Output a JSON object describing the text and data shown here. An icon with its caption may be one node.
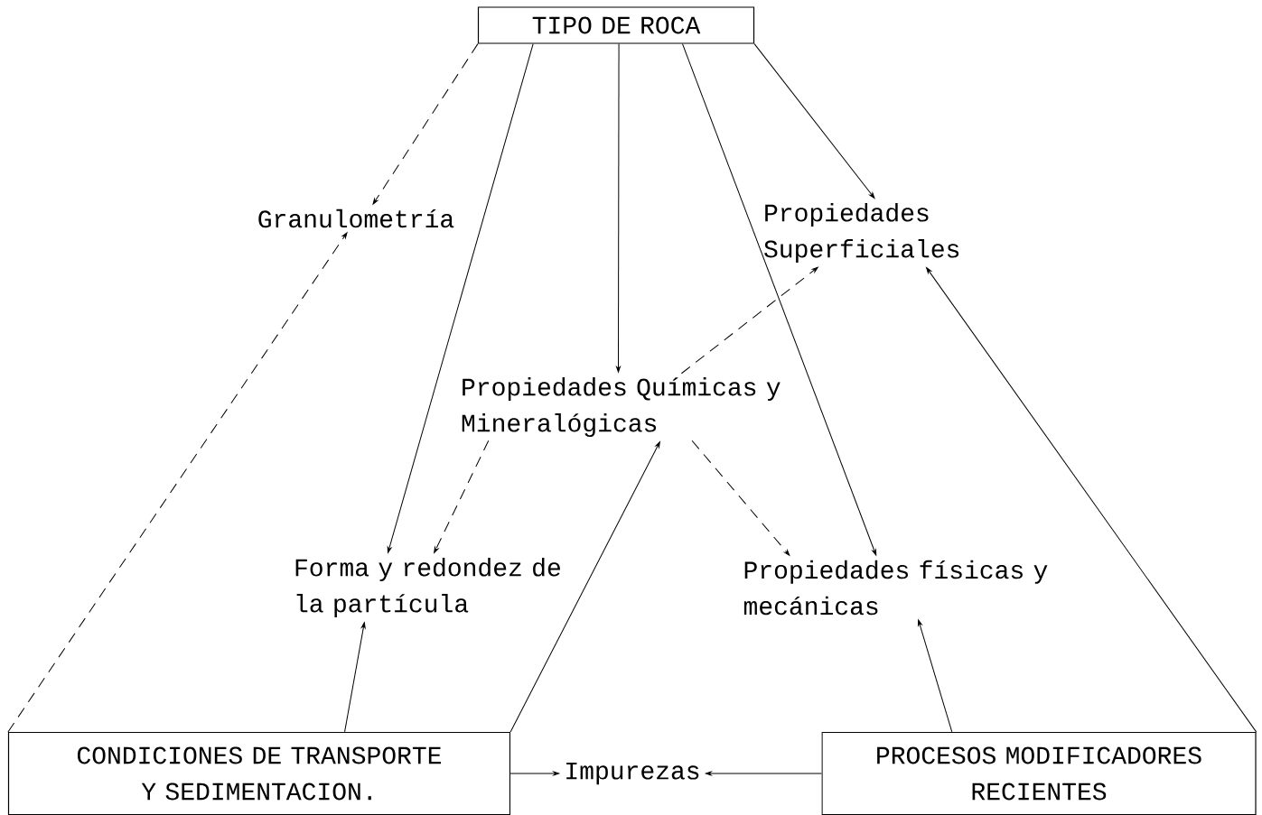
{
  "diagram": {
    "nodes": [
      {
        "text": [
          "TIPO DE ROCA"
        ]
      },
      {
        "text": [
          "Granulometría"
        ]
      },
      {
        "text": [
          "Propiedades Superficiales"
        ]
      },
      {
        "text": [
          "Propiedades Químicas y Mineralógicas"
        ]
      },
      {
        "text": [
          "Forma y redondez de la partícula"
        ]
      },
      {
        "text": [
          "Propiedades físicas y mecánicas"
        ]
      },
      {
        "text": [
          "CONDICIONES DE TRANSPORTE Y SEDIMENTACION."
        ]
      },
      {
        "text": [
          "Impurezas"
        ]
      },
      {
        "text": [
          "PROCESOS MODIFICADORES RECIENTES"
        ]
      }
    ],
    "edges": [
      {
        "from": 0,
        "to": 1,
        "arrow": "to",
        "style": "dashed"
      },
      {
        "from": 0,
        "to": 4,
        "arrow": "to"
      },
      {
        "from": 0,
        "to": 3,
        "arrow": "to"
      },
      {
        "from": 0,
        "to": 5,
        "arrow": "to"
      },
      {
        "from": 0,
        "to": 2,
        "arrow": "to"
      },
      {
        "from": 3,
        "to": 2,
        "arrow": "to",
        "style": "dashed"
      },
      {
        "from": 3,
        "to": 4,
        "arrow": "to",
        "style": "dashed"
      },
      {
        "from": 3,
        "to": 5,
        "arrow": "to",
        "style": "dashed"
      },
      {
        "from": 6,
        "to": 1,
        "arrow": "to",
        "style": "dashed"
      },
      {
        "from": 6,
        "to": 4,
        "arrow": "to"
      },
      {
        "from": 6,
        "to": 3,
        "arrow": "to"
      },
      {
        "from": 6,
        "to": 7,
        "arrow": "to"
      },
      {
        "from": 8,
        "to": 7,
        "arrow": "to"
      },
      {
        "from": 8,
        "to": 5,
        "arrow": "to"
      },
      {
        "from": 8,
        "to": 2,
        "arrow": "to"
      }
    ]
  }
}
